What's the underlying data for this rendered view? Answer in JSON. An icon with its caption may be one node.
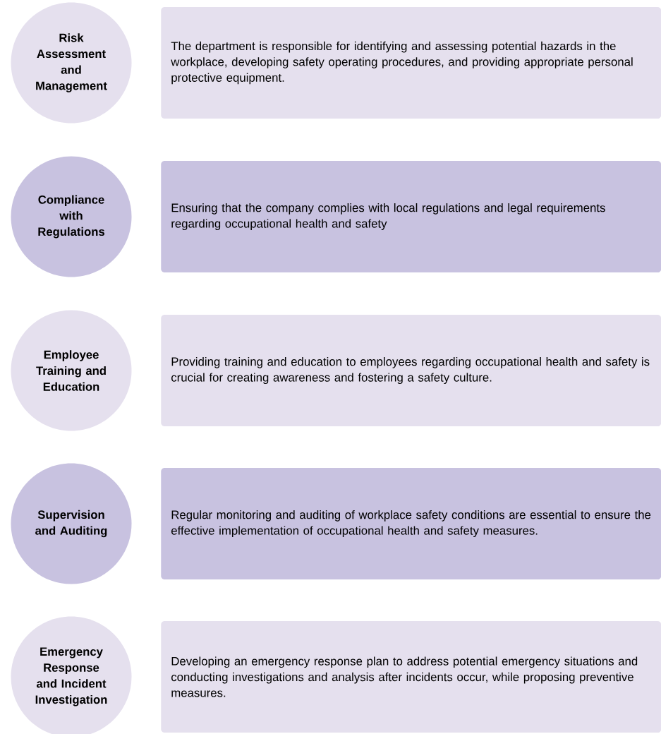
{
  "diagram": {
    "nodes": [
      {
        "text": [
          "Risk Assessment and Management"
        ]
      },
      {
        "text": [
          "The department is responsible for identifying and assessing potential hazards in the workplace, developing safety operating procedures, and providing appropriate personal protective equipment."
        ]
      },
      {
        "text": [
          "Compliance with Regulations"
        ]
      },
      {
        "text": [
          "Ensuring that the company complies with local regulations and legal requirements regarding occupational health and safety"
        ]
      },
      {
        "text": [
          "Employee Training and Education"
        ]
      },
      {
        "text": [
          "Providing training and education to employees regarding occupational health and safety is crucial for creating awareness and fostering a safety culture."
        ]
      },
      {
        "text": [
          "Supervision and Auditing"
        ]
      },
      {
        "text": [
          "Regular monitoring and auditing of workplace safety conditions are essential to ensure the effective implementation of occupational health and safety measures."
        ]
      },
      {
        "text": [
          "Emergency Response and Incident Investigation"
        ]
      },
      {
        "text": [
          "Developing an emergency response plan to address potential emergency situations and conducting investigations and analysis after incidents occur, while proposing preventive measures."
        ]
      }
    ]
  }
}
